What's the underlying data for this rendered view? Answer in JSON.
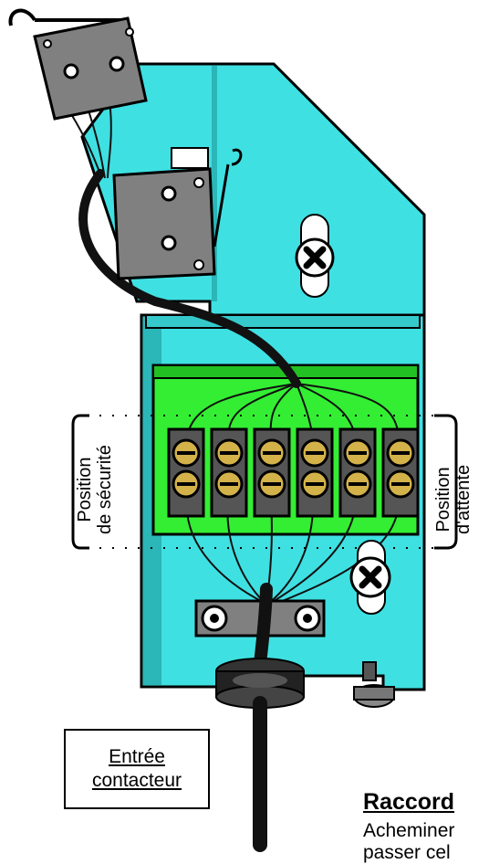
{
  "labels": {
    "left_line1": "Position",
    "left_line2": "de sécurité",
    "right_line1": "Position",
    "right_line2": "d'attente",
    "entree_line1": "Entrée",
    "entree_line2": "contacteur",
    "raccord_title": "Raccord",
    "raccord_line1": "Acheminer",
    "raccord_line2": "passer cel"
  },
  "colors": {
    "plate": "#3fe0e2",
    "plate_dark": "#2bb6b8",
    "terminal_board": "#33ee33",
    "switch_body": "#808080",
    "cable": "#111111"
  },
  "icons": [
    "micro-switch-icon",
    "screw-icon",
    "terminal-block-icon",
    "cable-gland-icon",
    "clamp-icon"
  ]
}
